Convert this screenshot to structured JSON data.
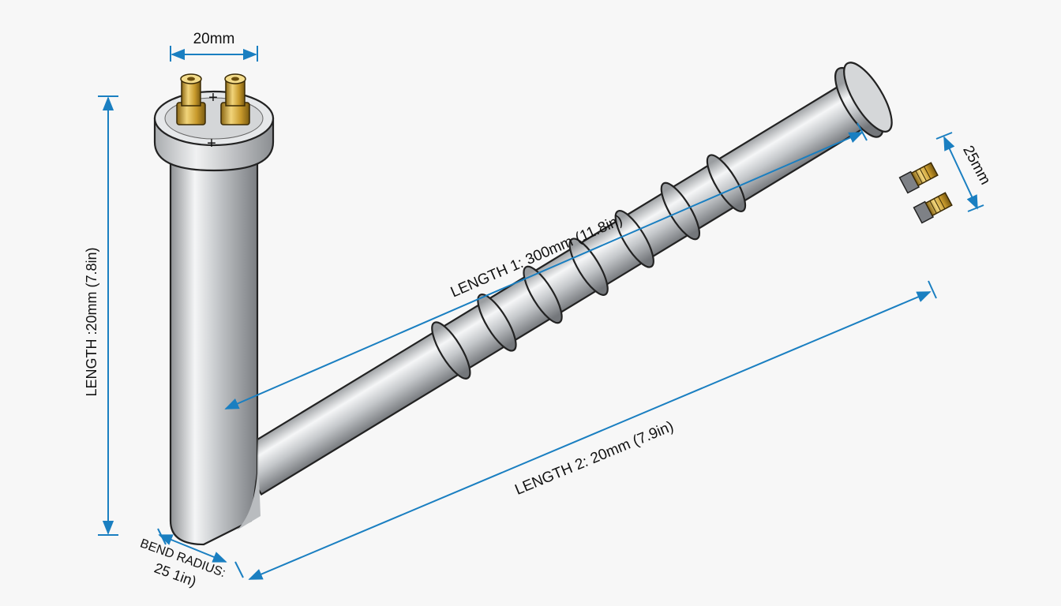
{
  "dimensions": {
    "top_width": "20mm",
    "vertical_length": "LENGTH :20mm (7.8in)",
    "length_1": "LENGTH 1: 300mm (11.8in)",
    "length_2": "LENGTH 2: 20mm (7.9in)",
    "terminal_spacing": "25mm",
    "bend_radius_label": "BEND RADIUS:",
    "bend_radius_value": "25  1in)"
  },
  "terminals": {
    "top_polarity_1": "+",
    "top_polarity_2": "+"
  },
  "colors": {
    "dimension": "#1a7fc1",
    "metal": "#c9cbcd",
    "brass": "#c9a33a",
    "outline": "#222222"
  }
}
